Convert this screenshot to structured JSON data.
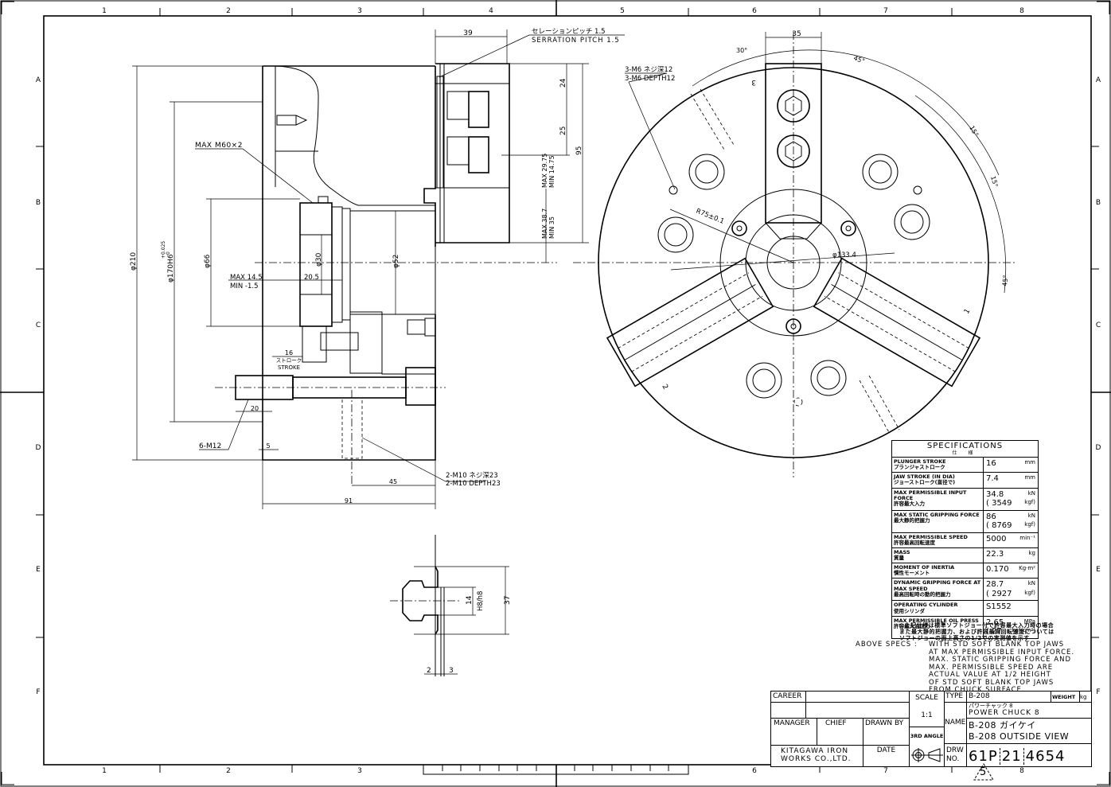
{
  "border": {
    "columns": [
      "1",
      "2",
      "3",
      "4",
      "5",
      "6",
      "7",
      "8"
    ],
    "rows": [
      "A",
      "B",
      "C",
      "D",
      "E",
      "F"
    ]
  },
  "side_view": {
    "dims": {
      "serration_pitch_jp": "セレーションピッチ 1.5",
      "serration_pitch_en": "SERRATION PITCH 1.5",
      "d39": "39",
      "d24": "24",
      "d25": "25",
      "d95": "95",
      "jaw_max1": "MAX 29.75",
      "jaw_min1": "MIN 14.75",
      "jaw_max2": "MAX 38.7",
      "jaw_min2": "MIN 35",
      "thread": "MAX M60×2",
      "d210": "φ210",
      "d170": "φ170H6",
      "d170_tol_up": "+0.025",
      "d170_tol_lo": "0",
      "d66": "φ66",
      "d30": "φ30",
      "d52": "φ52",
      "max145": "MAX 14.5",
      "min15": "MIN -1.5",
      "d205": "20.5",
      "stroke_val": "16",
      "stroke_jp": "ストローク",
      "stroke_en": "STROKE",
      "d20": "20",
      "bolt": "6-M12",
      "d5": "5",
      "d45": "45",
      "d91": "91",
      "m10_jp": "2-M10 ネジ深23",
      "m10_en": "2-M10 DEPTH23"
    }
  },
  "front_view": {
    "d35": "35",
    "a30": "30°",
    "a45a": "45°",
    "a15a": "15°",
    "a15b": "15°",
    "a45b": "45°",
    "m6_jp": "3-M6 ネジ深12",
    "m6_en": "3-M6 DEPTH12",
    "radius": "R75±0.1",
    "pcd": "φ133.4",
    "jaw1": "1",
    "jaw2": "2",
    "jaw3": "3"
  },
  "jaw_detail": {
    "d14": "14",
    "fit": "H8/h8",
    "d37": "37",
    "d2": "2",
    "d3": "3"
  },
  "specifications": {
    "title": "SPECIFICATIONS",
    "title_jp": "仕 様",
    "rows": [
      {
        "en": "PLUNGER STROKE",
        "jp": "プランジャストローク",
        "value": "16",
        "unit": "mm"
      },
      {
        "en": "JAW STROKE (IN DIA)",
        "jp": "ジョーストローク(直径で)",
        "value": "7.4",
        "unit": "mm"
      },
      {
        "en": "MAX PERMISSIBLE INPUT FORCE",
        "jp": "許容最大入力",
        "value": "34.8",
        "unit": "kN",
        "value2": "( 3549",
        "unit2": "kgf)"
      },
      {
        "en": "MAX STATIC GRIPPING FORCE",
        "jp": "最大静的把握力",
        "value": "86",
        "unit": "kN",
        "value2": "( 8769",
        "unit2": "kgf)"
      },
      {
        "en": "MAX PERMISSIBLE SPEED",
        "jp": "許容最高回転速度",
        "value": "5000",
        "unit": "min⁻¹"
      },
      {
        "en": "MASS",
        "jp": "質量",
        "value": "22.3",
        "unit": "kg"
      },
      {
        "en": "MOMENT OF INERTIA",
        "jp": "慣性モーメント",
        "value": "0.170",
        "unit": "Kg·m²"
      },
      {
        "en": "DYNAMIC GRIPPING FORCE AT MAX SPEED",
        "jp": "最高回転時の動的把握力",
        "value": "28.7",
        "unit": "kN",
        "value2": "( 2927",
        "unit2": "kgf)"
      },
      {
        "en": "OPERATING CYLINDER",
        "jp": "使用シリンダ",
        "value": "S1552",
        "unit": ""
      },
      {
        "en": "MAX PERMISSIBLE OIL PRESS",
        "jp": "許容最大油圧力",
        "value": "2.65",
        "unit": "MPa",
        "value2": "( 27",
        "unit2": "kgf/cm²)"
      }
    ]
  },
  "notes": {
    "jp_lines": [
      "○上記仕様は標準ソフトジョー付で許容最大入力時の場合",
      "また最大静的把握力、および許容最高回転速度については",
      "ソフトジョーの面上高さの1/2での実測値を示す"
    ],
    "en_label": "ABOVE SPECS :",
    "en_lines": [
      "WITH STD SOFT BLANK TOP JAWS",
      "AT MAX PERMISSIBLE INPUT FORCE.",
      "MAX. STATIC GRIPPING FORCE AND",
      "MAX. PERMISSIBLE SPEED ARE",
      "ACTUAL VALUE AT 1/2 HEIGHT",
      "OF STD SOFT BLANK TOP JAWS",
      "FROM CHUCK SURFACE."
    ]
  },
  "title_block": {
    "career": "CAREER",
    "manager": "MANAGER",
    "chief": "CHIEF",
    "drawn_by": "DRAWN BY",
    "company_1": "KITAGAWA IRON",
    "company_2": "WORKS CO.,LTD.",
    "date": "DATE",
    "scale_label": "SCALE",
    "scale_value": "1:1",
    "projection": "3RD ANGLE",
    "type_label": "TYPE",
    "type_value": "B-208",
    "weight_label": "WEIGHT",
    "weight_unit": "kg",
    "name_label": "NAME",
    "name_jp": "パワーチャック 8",
    "name_en": "POWER CHUCK 8",
    "name_line2": "B-208 ガイケイ",
    "name_line3": "B-208 OUTSIDE VIEW",
    "drw_label_1": "DRW",
    "drw_label_2": "NO.",
    "drw_parts": [
      "61P",
      "21",
      "4654"
    ],
    "revision": "5"
  }
}
